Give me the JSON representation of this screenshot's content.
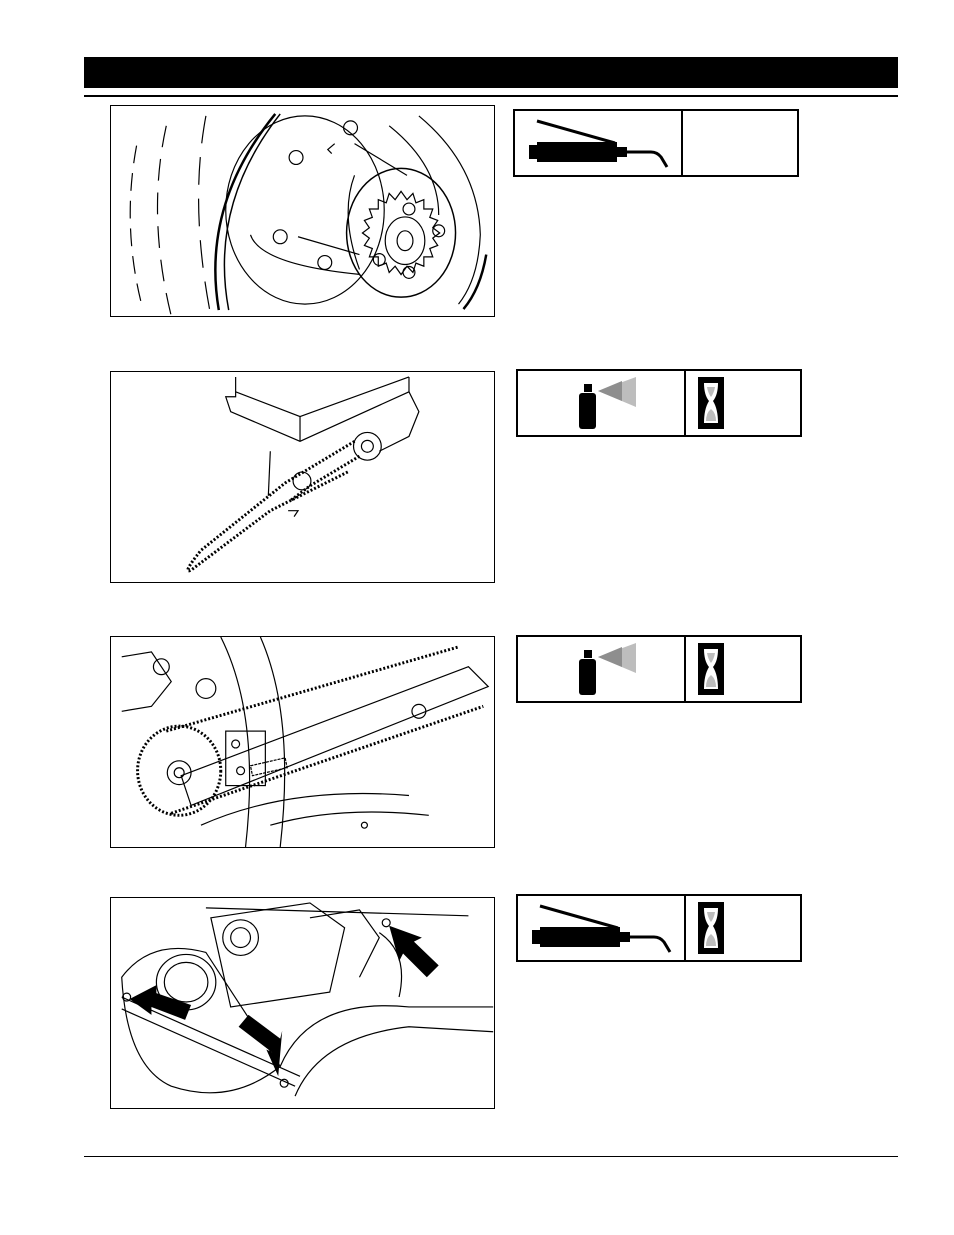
{
  "page": {
    "header": {
      "text": ""
    },
    "footer": {
      "text": ""
    }
  },
  "sections": [
    {
      "figure": "sprocket-hub",
      "lubricant": "grease-gun-icon",
      "interval": ""
    },
    {
      "figure": "drive-chain",
      "lubricant": "spray-can-icon",
      "interval": "hourglass-icon"
    },
    {
      "figure": "chain-tensioner",
      "lubricant": "spray-can-icon",
      "interval": "hourglass-icon"
    },
    {
      "figure": "pivot-grease-points",
      "lubricant": "grease-gun-icon",
      "interval": "hourglass-icon"
    }
  ],
  "colors": {
    "ink": "#000000",
    "paper": "#ffffff",
    "spray_mist": "#bdbdbd"
  }
}
